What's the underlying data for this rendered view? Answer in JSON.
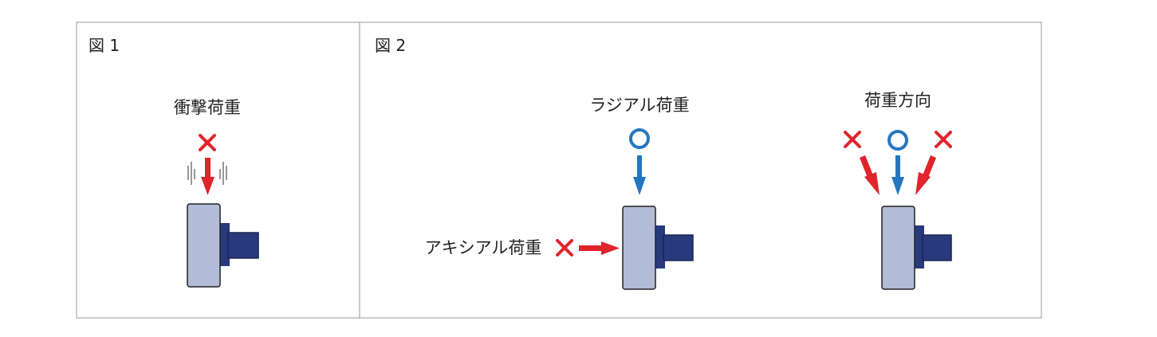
{
  "figure1": {
    "label": "図 1",
    "title": "衝撃荷重",
    "mark": "cross"
  },
  "figure2": {
    "label": "図 2",
    "radial": {
      "title": "ラジアル荷重",
      "mark": "circle"
    },
    "axial": {
      "title": "アキシアル荷重",
      "mark": "cross"
    },
    "direction": {
      "title": "荷重方向",
      "marks": [
        "cross",
        "circle",
        "cross"
      ]
    }
  },
  "colors": {
    "ng": "#e0242b",
    "ok": "#2477bf",
    "housing": "#b3bcd7",
    "shaft": "#283a7c",
    "border": "#999999"
  }
}
